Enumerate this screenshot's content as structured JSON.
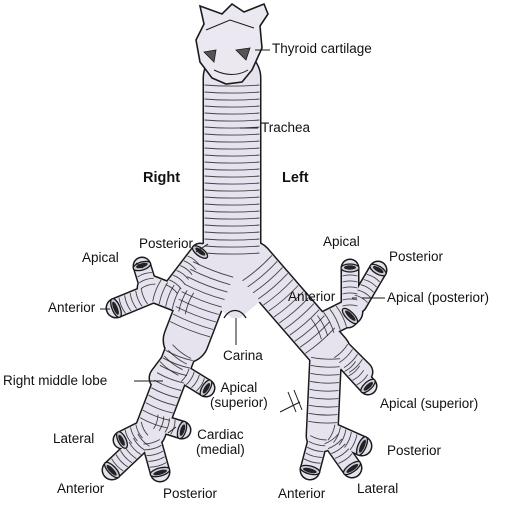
{
  "sides": {
    "right": "Right",
    "left": "Left"
  },
  "labels": {
    "thyroid_cartilage": "Thyroid cartilage",
    "trachea": "Trachea",
    "carina": "Carina",
    "right_apical": "Apical",
    "right_posterior": "Posterior",
    "right_anterior": "Anterior",
    "right_middle_lobe": "Right middle lobe",
    "right_apical_superior_1": "Apical",
    "right_apical_superior_2": "(superior)",
    "right_lateral": "Lateral",
    "right_cardiac_1": "Cardiac",
    "right_cardiac_2": "(medial)",
    "right_lower_anterior": "Anterior",
    "right_lower_posterior": "Posterior",
    "left_apical": "Apical",
    "left_posterior": "Posterior",
    "left_anterior": "Anterior",
    "left_apical_posterior": "Apical (posterior)",
    "left_apical_superior": "Apical (superior)",
    "left_lower_posterior": "Posterior",
    "left_lower_anterior": "Anterior",
    "left_lower_lateral": "Lateral"
  },
  "colors": {
    "airway_fill": "#e6e3ee",
    "airway_shade": "#cfcadb",
    "outline": "#1a1a1a",
    "lumen": "#222222"
  }
}
